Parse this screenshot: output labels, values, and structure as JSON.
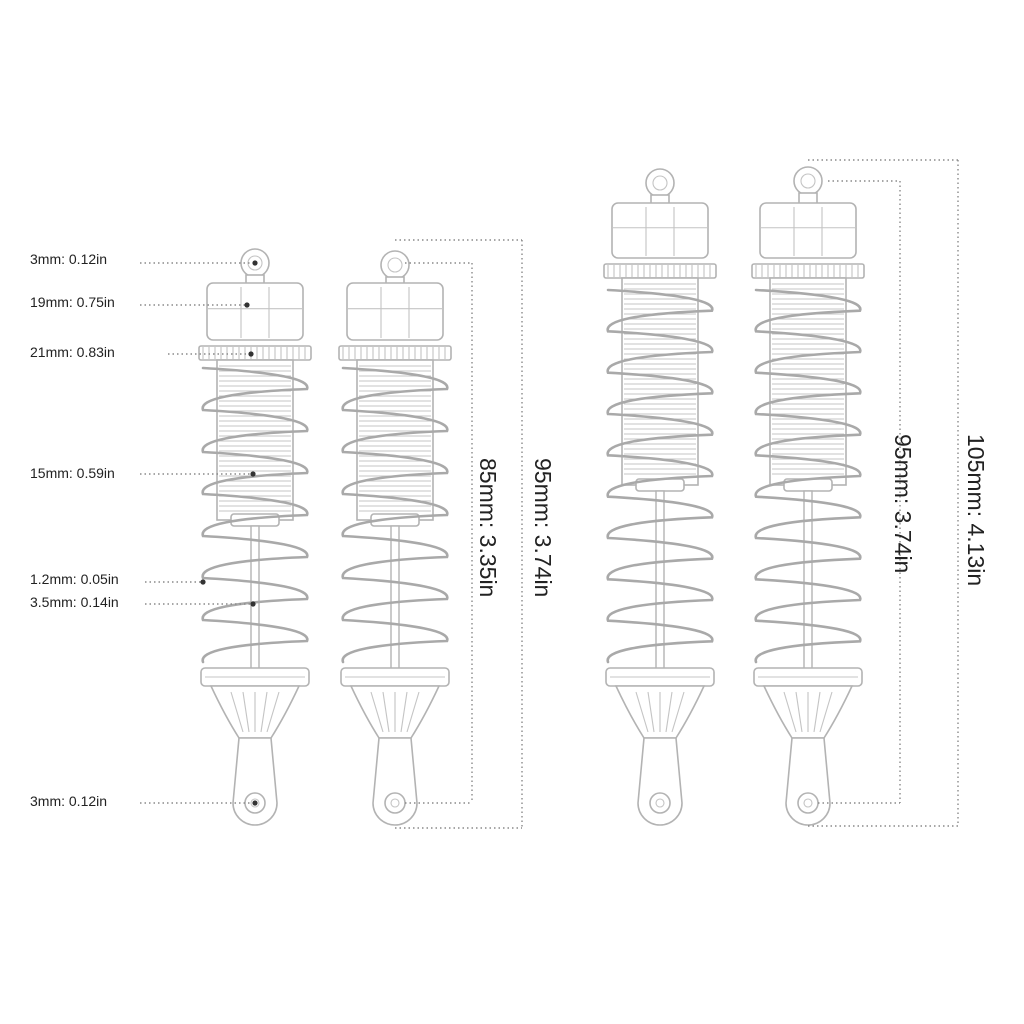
{
  "diagram": {
    "labels": {
      "eye_top": "3mm: 0.12in",
      "cap": "19mm: 0.75in",
      "collar": "21mm: 0.83in",
      "body": "15mm: 0.59in",
      "rod": "1.2mm: 0.05in",
      "shaft": "3.5mm: 0.14in",
      "eye_bottom": "3mm: 0.12in"
    },
    "lengths": {
      "shock_1": "85mm: 3.35in",
      "shock_2": "95mm: 3.74in",
      "shock_3": "95mm: 3.74in",
      "shock_4": "105mm: 4.13in"
    }
  }
}
